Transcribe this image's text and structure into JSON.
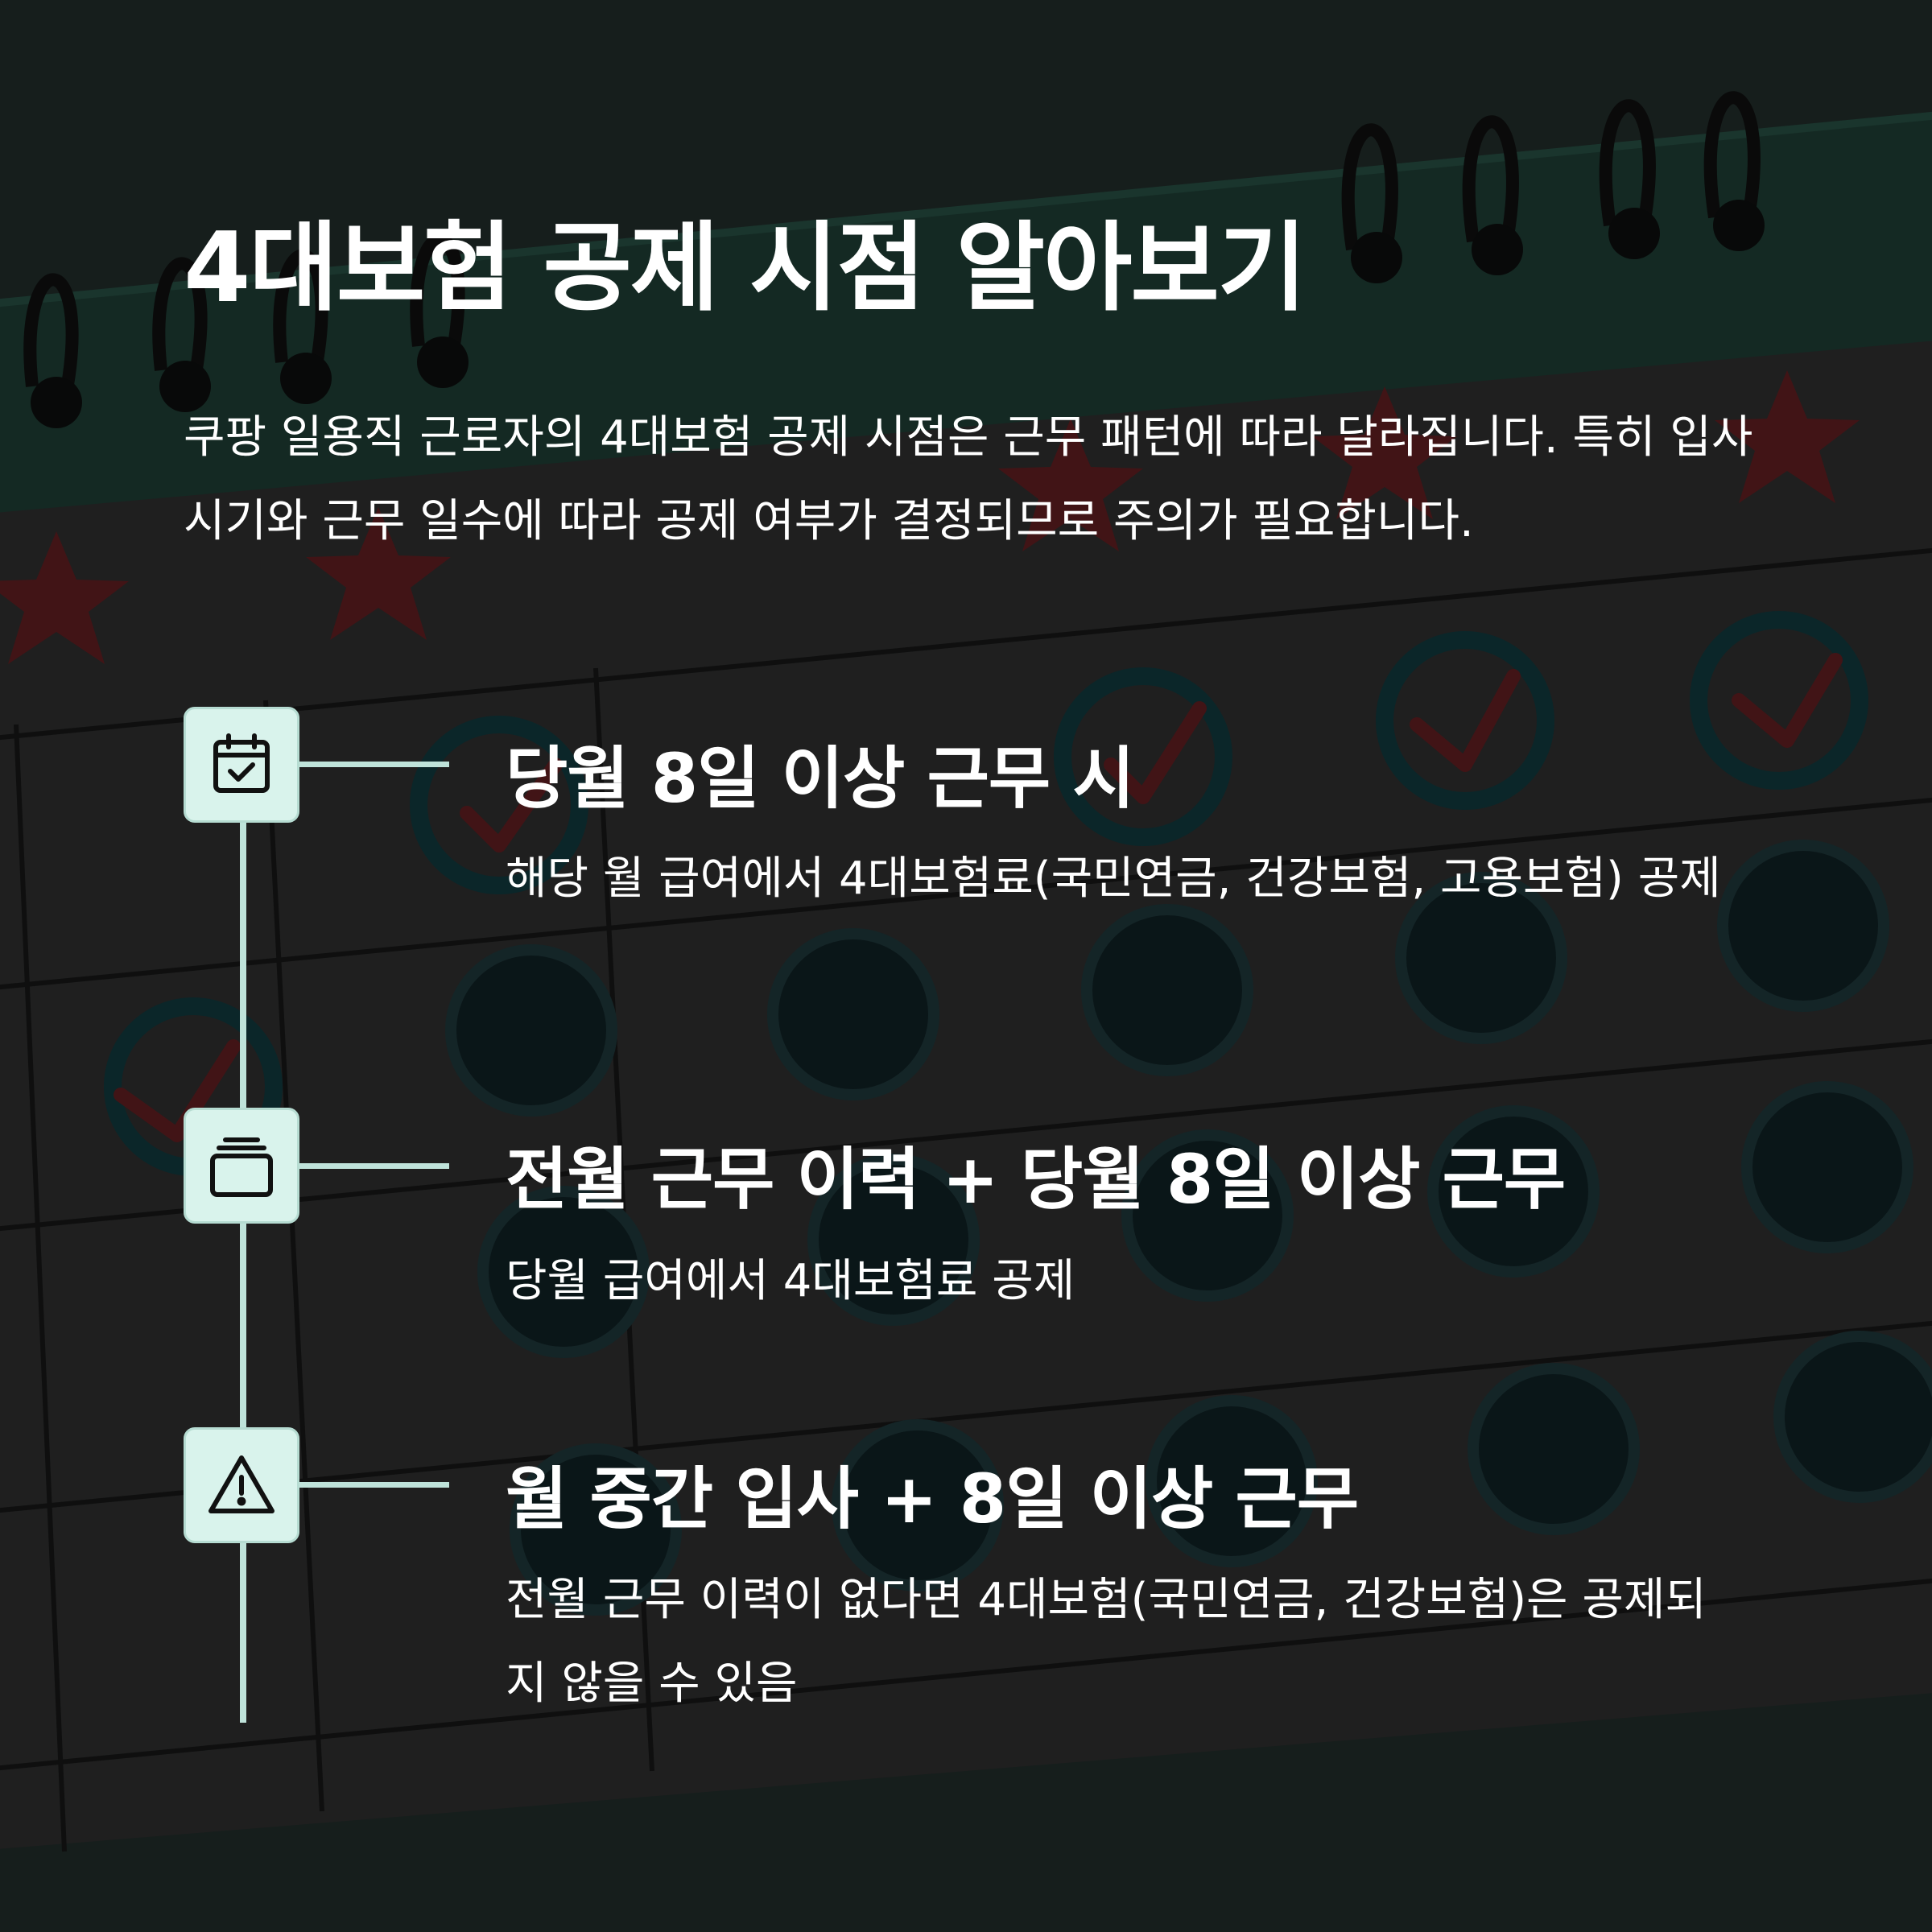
{
  "title": "4대보험 공제 시점 알아보기",
  "intro": "쿠팡 일용직 근로자의 4대보험 공제 시점은 근무 패턴에 따라 달라집니다. 특히 입사 시기와 근무 일수에 따라 공제 여부가 결정되므로 주의가 필요합니다.",
  "items": [
    {
      "icon": "calendar-check-icon",
      "title": "당월 8일 이상 근무 시",
      "description": "해당 월 급여에서 4대보험료(국민연금, 건강보험, 고용보험) 공제"
    },
    {
      "icon": "stacked-cards-icon",
      "title": "전월 근무 이력 + 당월 8일 이상 근무",
      "description": "당월 급여에서 4대보험료 공제"
    },
    {
      "icon": "warning-triangle-icon",
      "title": "월 중간 입사 + 8일 이상 근무",
      "description": "전월 근무 이력이 없다면 4대보험(국민연금, 건강보험)은 공제되지 않을 수 있음"
    }
  ],
  "colors": {
    "background": "#2a2b2b",
    "accent_mint": "#d9f3ec",
    "line_mint": "#bfe3da",
    "text": "#ffffff",
    "star_red": "#5a1c1f",
    "calendar_header_green": "#1d3a32"
  }
}
